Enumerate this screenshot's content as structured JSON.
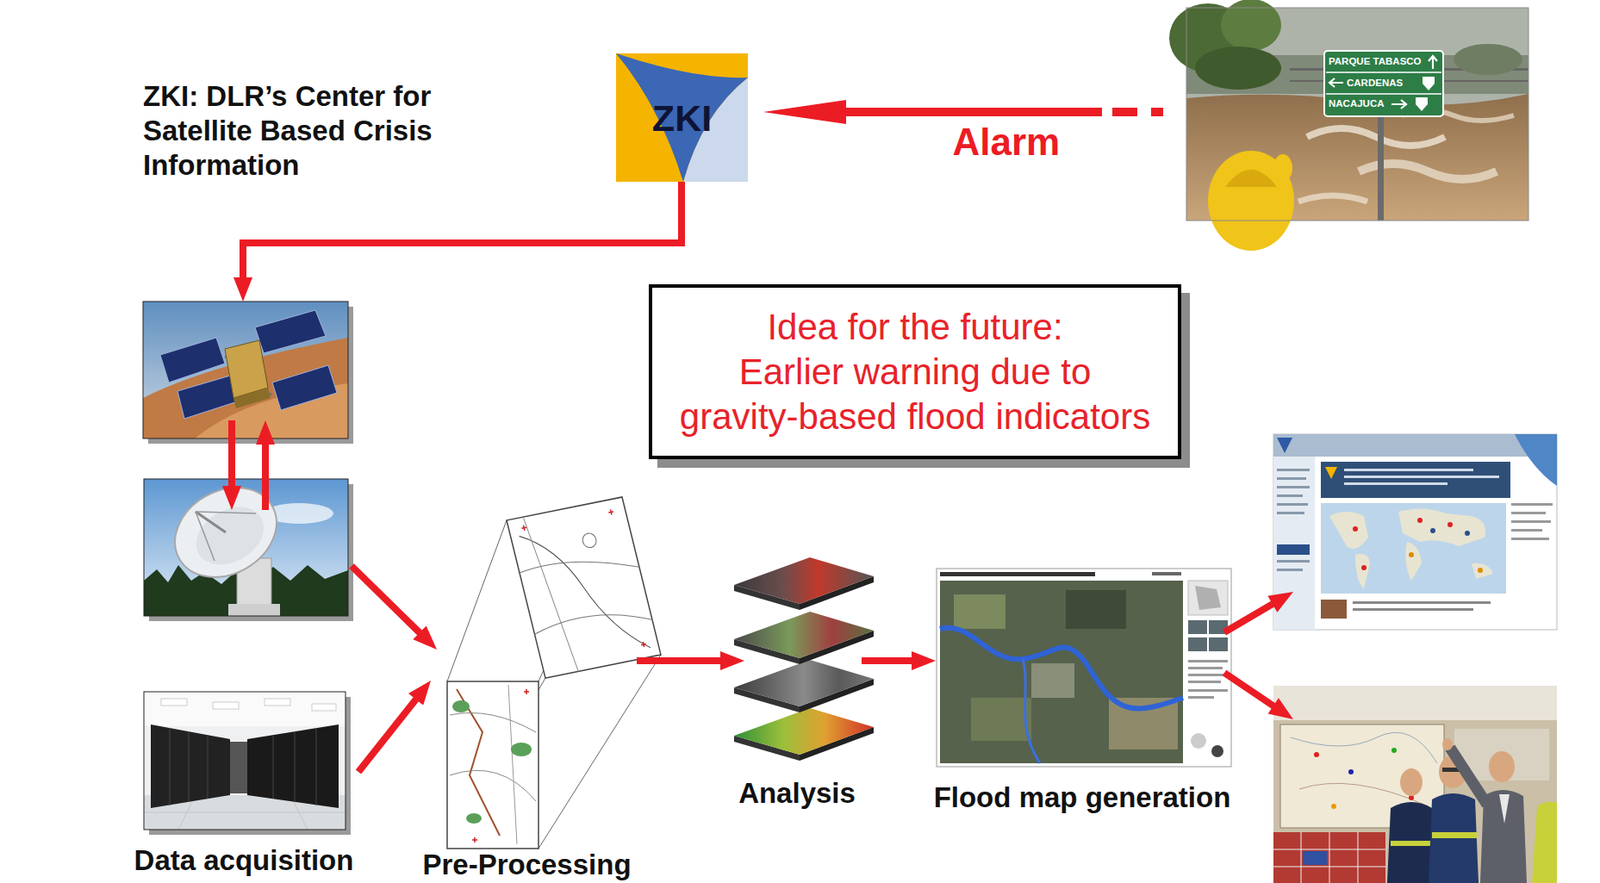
{
  "diagram": {
    "title": "ZKI: DLR’s Center for Satellite Based Crisis Information",
    "nodes": [
      {
        "text": [
          "ZKI"
        ]
      },
      {
        "text": [
          "PARQUE TABASCO",
          "CARDENAS",
          "NACAJUCA"
        ]
      },
      {
        "text": [
          "Idea for the future:",
          "Earlier warning due to gravity-based flood indicators"
        ]
      },
      {
        "text": [
          "Data acquisition"
        ]
      },
      {
        "text": [
          "Pre-Processing"
        ]
      },
      {
        "text": [
          "Analysis"
        ]
      },
      {
        "text": [
          "Flood map generation"
        ]
      }
    ],
    "edges": [
      {
        "from": 1,
        "to": 0,
        "arrow": "to",
        "label": "Alarm"
      },
      {
        "from": 3,
        "to": 4,
        "arrow": "to"
      },
      {
        "from": 4,
        "to": 5,
        "arrow": "to"
      },
      {
        "from": 5,
        "to": 6,
        "arrow": "to"
      }
    ]
  }
}
